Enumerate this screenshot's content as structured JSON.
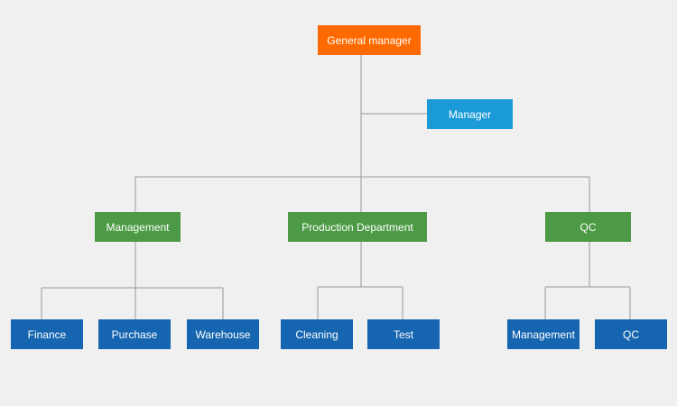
{
  "colors": {
    "background": "#f0f0f0",
    "connector": "#999999",
    "top": "#ff6a00",
    "assistant": "#1a9ad6",
    "department": "#4c9a45",
    "unit": "#1565b0"
  },
  "org": {
    "top": "General manager",
    "assistant": "Manager",
    "departments": [
      {
        "label": "Management",
        "children": [
          "Finance",
          "Purchase",
          "Warehouse"
        ]
      },
      {
        "label": "Production Department",
        "children": [
          "Cleaning",
          "Test"
        ]
      },
      {
        "label": "QC",
        "children": [
          "Management",
          "QC"
        ]
      }
    ]
  }
}
